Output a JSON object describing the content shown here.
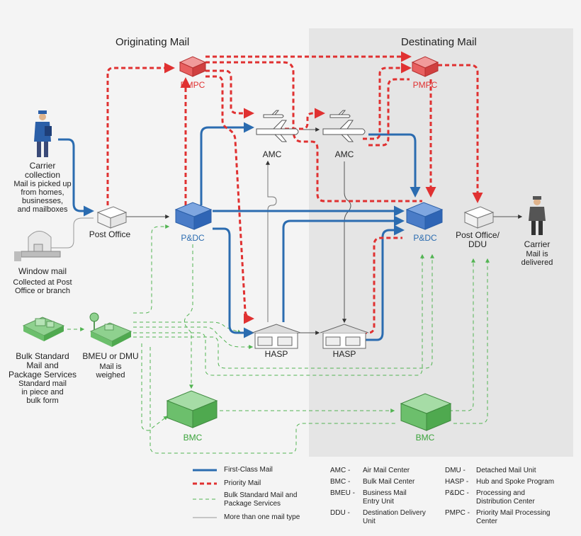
{
  "sections": {
    "originating": "Originating Mail",
    "destinating": "Destinating Mail"
  },
  "nodes": {
    "carrier_collection": {
      "title": "Carrier\ncollection",
      "desc": "Mail is picked up\nfrom homes,\nbusinesses,\nand mailboxes"
    },
    "window_mail": {
      "title": "Window mail",
      "desc": "Collected at Post\nOffice or branch"
    },
    "bulk": {
      "title": "Bulk Standard\nMail and\nPackage Services",
      "desc": "Standard mail\nin piece and\nbulk form"
    },
    "bmeu": {
      "title": "BMEU or DMU",
      "desc": "Mail is\nweighed"
    },
    "post_office": {
      "title": "Post Office"
    },
    "pdc_orig": {
      "title": "P&DC"
    },
    "pmpc_orig": {
      "title": "PMPC"
    },
    "amc_orig": {
      "title": "AMC"
    },
    "hasp_orig": {
      "title": "HASP"
    },
    "bmc_orig": {
      "title": "BMC"
    },
    "pmpc_dest": {
      "title": "PMPC"
    },
    "amc_dest": {
      "title": "AMC"
    },
    "hasp_dest": {
      "title": "HASP"
    },
    "pdc_dest": {
      "title": "P&DC"
    },
    "bmc_dest": {
      "title": "BMC"
    },
    "post_office_ddu": {
      "title": "Post Office/\nDDU"
    },
    "carrier_delivery": {
      "title": "Carrier",
      "desc": "Mail is\ndelivered"
    }
  },
  "legend": {
    "first_class": "First-Class Mail",
    "priority": "Priority Mail",
    "bulk": "Bulk Standard Mail and\nPackage Services",
    "multi": "More than one mail type"
  },
  "abbreviations": [
    {
      "abbr": "AMC -",
      "meaning": "Air Mail Center"
    },
    {
      "abbr": "BMC -",
      "meaning": "Bulk Mail Center"
    },
    {
      "abbr": "BMEU -",
      "meaning": "Business Mail\nEntry Unit"
    },
    {
      "abbr": "DDU -",
      "meaning": "Destination Delivery\nUnit"
    },
    {
      "abbr": "DMU -",
      "meaning": "Detached Mail Unit"
    },
    {
      "abbr": "HASP -",
      "meaning": "Hub and Spoke Program"
    },
    {
      "abbr": "P&DC -",
      "meaning": "Processing and\nDistribution Center"
    },
    {
      "abbr": "PMPC -",
      "meaning": "Priority Mail Processing\nCenter"
    }
  ],
  "colors": {
    "first_class": "#2b6cb0",
    "priority": "#e03131",
    "bulk": "#52b452",
    "multi": "#999999",
    "dest_bg": "#e5e5e5"
  }
}
